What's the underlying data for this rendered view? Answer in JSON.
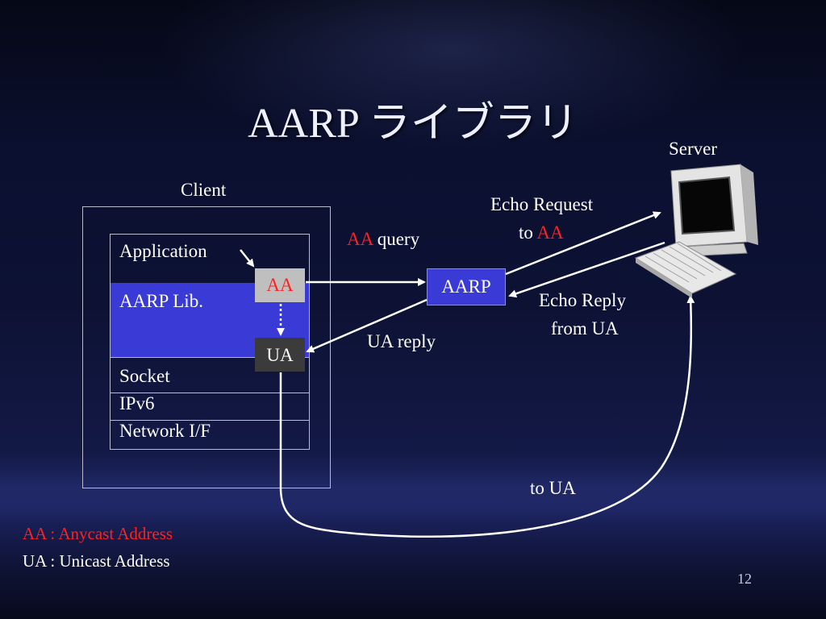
{
  "slide": {
    "title": "AARP ライブラリ",
    "page_number": "12"
  },
  "client": {
    "label": "Client",
    "layers": {
      "application": "Application",
      "aarp_lib": "AARP Lib.",
      "socket": "Socket",
      "ipv6": "IPv6",
      "network_if": "Network I/F"
    },
    "aa_box": "AA",
    "ua_box": "UA"
  },
  "server": {
    "label": "Server"
  },
  "aarp_box": "AARP",
  "messages": {
    "aa_query_prefix": "AA",
    "aa_query_suffix": " query",
    "ua_reply": "UA reply",
    "echo_request_line1": "Echo Request",
    "echo_request_to": "to ",
    "echo_request_aa": "AA",
    "echo_reply_line1": "Echo Reply",
    "echo_reply_line2": "from UA",
    "to_ua": "to UA"
  },
  "legend": {
    "aa": "AA : Anycast Address",
    "ua": "UA : Unicast Address"
  },
  "colors": {
    "background": "#0b1030",
    "accent_blue": "#3a3ad6",
    "highlight_red": "#ff2020",
    "aa_box_gray": "#bfbfbf",
    "ua_box_dark": "#3b3b3b"
  }
}
